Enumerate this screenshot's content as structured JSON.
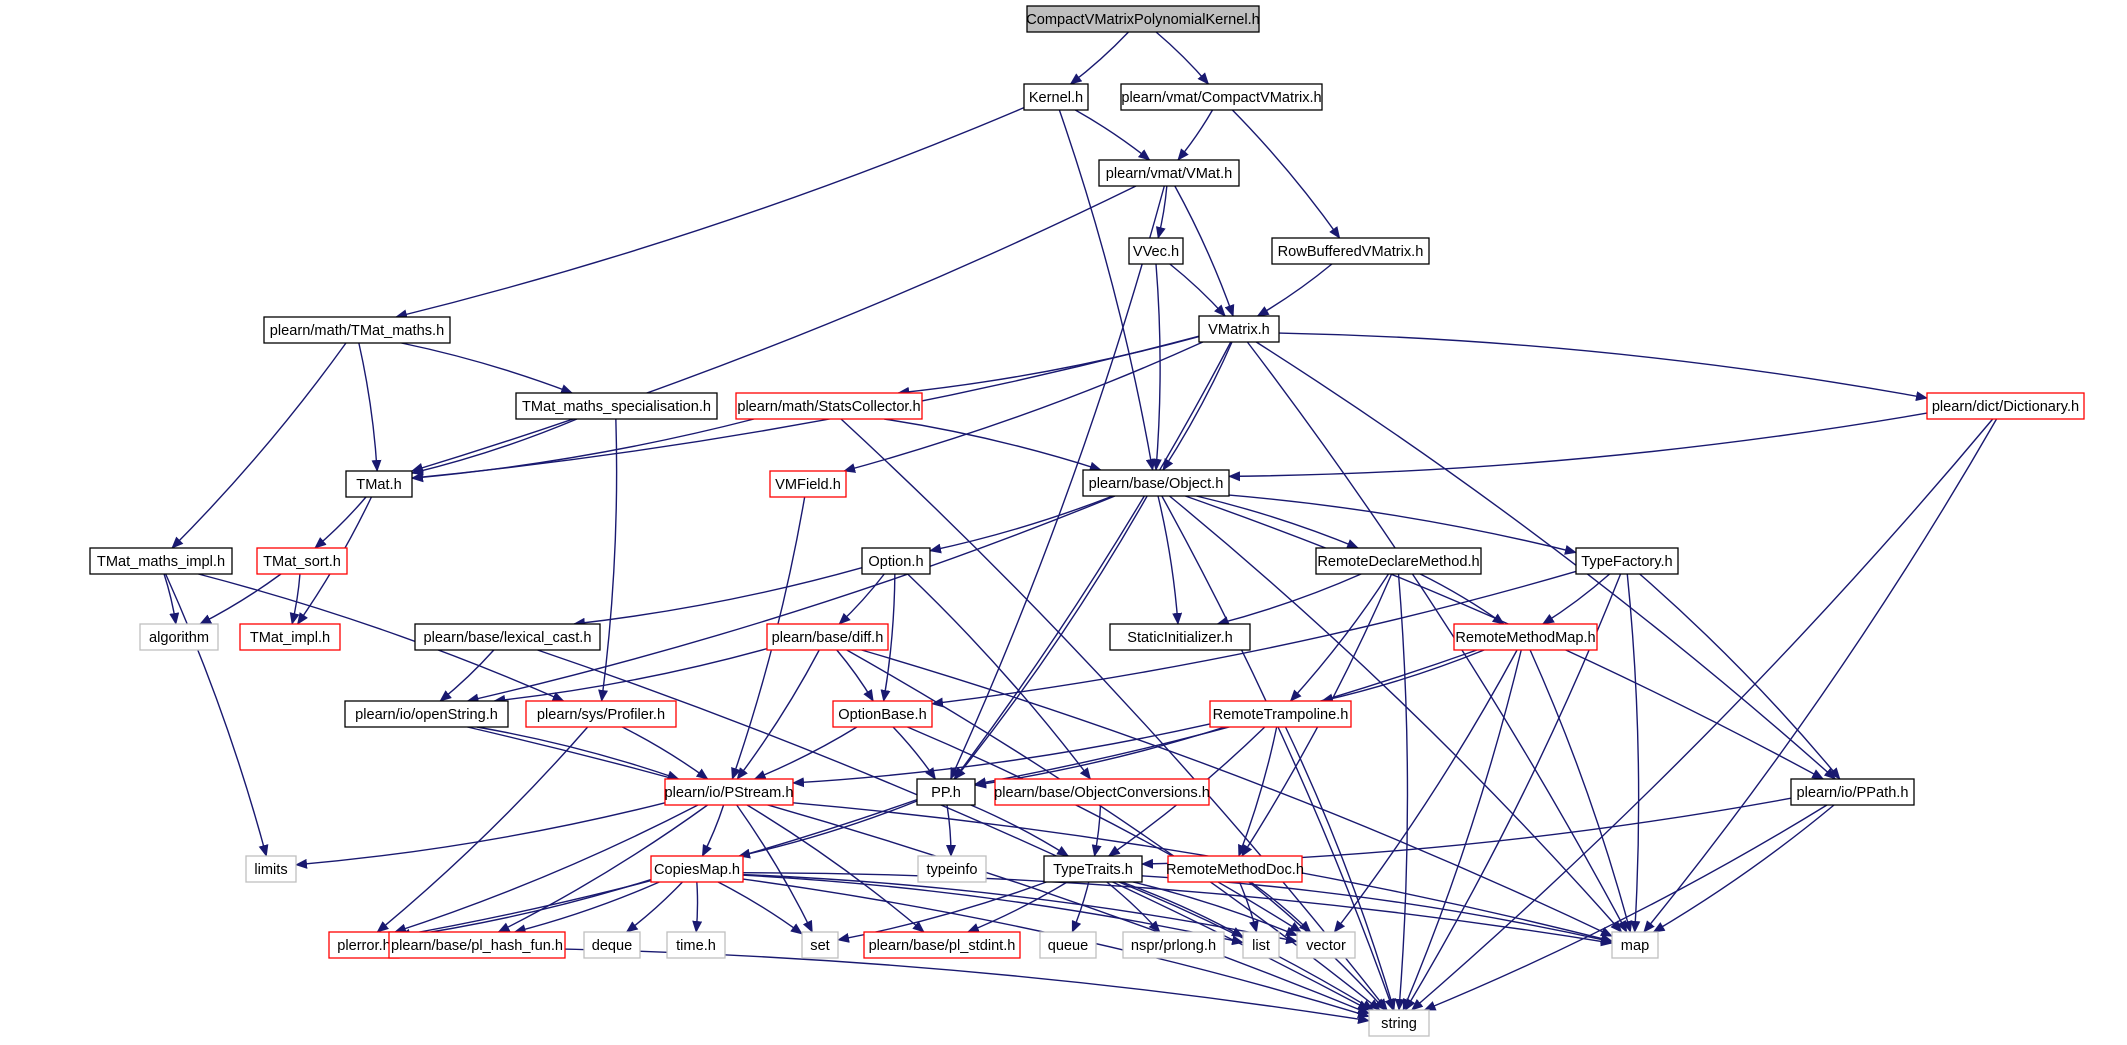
{
  "colors": {
    "edge": "#191970",
    "normal_border": "#000000",
    "truncated_border": "#ff0000",
    "external_border": "#bfbfbf",
    "root_fill": "#bfbfbf",
    "background": "#ffffff"
  },
  "nodes": [
    {
      "id": "root",
      "label": "CompactVMatrixPolynomialKernel.h",
      "kind": "root"
    },
    {
      "id": "kernel",
      "label": "Kernel.h",
      "kind": "normal"
    },
    {
      "id": "compactvm",
      "label": "plearn/vmat/CompactVMatrix.h",
      "kind": "normal"
    },
    {
      "id": "vmat",
      "label": "plearn/vmat/VMat.h",
      "kind": "normal"
    },
    {
      "id": "vvec",
      "label": "VVec.h",
      "kind": "normal"
    },
    {
      "id": "rowbuf",
      "label": "RowBufferedVMatrix.h",
      "kind": "normal"
    },
    {
      "id": "tmatmaths",
      "label": "plearn/math/TMat_maths.h",
      "kind": "normal"
    },
    {
      "id": "vmatrix",
      "label": "VMatrix.h",
      "kind": "normal"
    },
    {
      "id": "tmatspec",
      "label": "TMat_maths_specialisation.h",
      "kind": "normal"
    },
    {
      "id": "statscol",
      "label": "plearn/math/StatsCollector.h",
      "kind": "truncated"
    },
    {
      "id": "dictionary",
      "label": "plearn/dict/Dictionary.h",
      "kind": "truncated"
    },
    {
      "id": "tmat",
      "label": "TMat.h",
      "kind": "normal"
    },
    {
      "id": "vmfield",
      "label": "VMField.h",
      "kind": "truncated"
    },
    {
      "id": "object",
      "label": "plearn/base/Object.h",
      "kind": "normal"
    },
    {
      "id": "tmatimplh",
      "label": "TMat_maths_impl.h",
      "kind": "normal"
    },
    {
      "id": "tmatsort",
      "label": "TMat_sort.h",
      "kind": "truncated"
    },
    {
      "id": "option",
      "label": "Option.h",
      "kind": "normal"
    },
    {
      "id": "remotedecl",
      "label": "RemoteDeclareMethod.h",
      "kind": "normal"
    },
    {
      "id": "typefactory",
      "label": "TypeFactory.h",
      "kind": "normal"
    },
    {
      "id": "algorithm",
      "label": "algorithm",
      "kind": "external"
    },
    {
      "id": "tmatimpl",
      "label": "TMat_impl.h",
      "kind": "truncated"
    },
    {
      "id": "lexcast",
      "label": "plearn/base/lexical_cast.h",
      "kind": "normal"
    },
    {
      "id": "diff",
      "label": "plearn/base/diff.h",
      "kind": "truncated"
    },
    {
      "id": "staticinit",
      "label": "StaticInitializer.h",
      "kind": "normal"
    },
    {
      "id": "remotemethodmap",
      "label": "RemoteMethodMap.h",
      "kind": "truncated"
    },
    {
      "id": "openstring",
      "label": "plearn/io/openString.h",
      "kind": "normal"
    },
    {
      "id": "profiler",
      "label": "plearn/sys/Profiler.h",
      "kind": "truncated"
    },
    {
      "id": "optionbase",
      "label": "OptionBase.h",
      "kind": "truncated"
    },
    {
      "id": "remotetramp",
      "label": "RemoteTrampoline.h",
      "kind": "truncated"
    },
    {
      "id": "pstream",
      "label": "plearn/io/PStream.h",
      "kind": "truncated"
    },
    {
      "id": "pp",
      "label": "PP.h",
      "kind": "normal"
    },
    {
      "id": "objconv",
      "label": "plearn/base/ObjectConversions.h",
      "kind": "truncated"
    },
    {
      "id": "ppath",
      "label": "plearn/io/PPath.h",
      "kind": "normal"
    },
    {
      "id": "limits",
      "label": "limits",
      "kind": "external"
    },
    {
      "id": "typeinfo",
      "label": "typeinfo",
      "kind": "external"
    },
    {
      "id": "copiesmap",
      "label": "CopiesMap.h",
      "kind": "truncated"
    },
    {
      "id": "typetraits",
      "label": "TypeTraits.h",
      "kind": "normal"
    },
    {
      "id": "remotemethoddoc",
      "label": "RemoteMethodDoc.h",
      "kind": "truncated"
    },
    {
      "id": "plerror",
      "label": "plerror.h",
      "kind": "truncated"
    },
    {
      "id": "plhash",
      "label": "plearn/base/pl_hash_fun.h",
      "kind": "truncated"
    },
    {
      "id": "deque",
      "label": "deque",
      "kind": "external"
    },
    {
      "id": "timeh",
      "label": "time.h",
      "kind": "external"
    },
    {
      "id": "set",
      "label": "set",
      "kind": "external"
    },
    {
      "id": "plstdint",
      "label": "plearn/base/pl_stdint.h",
      "kind": "truncated"
    },
    {
      "id": "queue",
      "label": "queue",
      "kind": "external"
    },
    {
      "id": "prlong",
      "label": "nspr/prlong.h",
      "kind": "external"
    },
    {
      "id": "list",
      "label": "list",
      "kind": "external"
    },
    {
      "id": "vector",
      "label": "vector",
      "kind": "external"
    },
    {
      "id": "map",
      "label": "map",
      "kind": "external"
    },
    {
      "id": "string",
      "label": "string",
      "kind": "external"
    }
  ],
  "edges": [
    [
      "root",
      "kernel"
    ],
    [
      "root",
      "compactvm"
    ],
    [
      "kernel",
      "vmat"
    ],
    [
      "kernel",
      "tmatmaths"
    ],
    [
      "kernel",
      "object"
    ],
    [
      "compactvm",
      "vmat"
    ],
    [
      "compactvm",
      "rowbuf"
    ],
    [
      "vmat",
      "vvec"
    ],
    [
      "vmat",
      "vmatrix"
    ],
    [
      "vmat",
      "tmat"
    ],
    [
      "vmat",
      "pp"
    ],
    [
      "vvec",
      "vmatrix"
    ],
    [
      "vvec",
      "object"
    ],
    [
      "rowbuf",
      "vmatrix"
    ],
    [
      "tmatmaths",
      "tmat"
    ],
    [
      "tmatmaths",
      "tmatspec"
    ],
    [
      "tmatmaths",
      "tmatimplh"
    ],
    [
      "tmatspec",
      "tmat"
    ],
    [
      "tmatspec",
      "profiler"
    ],
    [
      "vmatrix",
      "statscol"
    ],
    [
      "vmatrix",
      "dictionary"
    ],
    [
      "vmatrix",
      "tmat"
    ],
    [
      "vmatrix",
      "vmfield"
    ],
    [
      "vmatrix",
      "object"
    ],
    [
      "vmatrix",
      "pp"
    ],
    [
      "vmatrix",
      "ppath"
    ],
    [
      "vmatrix",
      "map"
    ],
    [
      "statscol",
      "tmat"
    ],
    [
      "statscol",
      "object"
    ],
    [
      "statscol",
      "string"
    ],
    [
      "dictionary",
      "object"
    ],
    [
      "dictionary",
      "map"
    ],
    [
      "dictionary",
      "string"
    ],
    [
      "tmat",
      "tmatsort"
    ],
    [
      "tmat",
      "tmatimpl"
    ],
    [
      "vmfield",
      "pstream"
    ],
    [
      "object",
      "option"
    ],
    [
      "object",
      "remotedecl"
    ],
    [
      "object",
      "typefactory"
    ],
    [
      "object",
      "staticinit"
    ],
    [
      "object",
      "pp"
    ],
    [
      "object",
      "openstring"
    ],
    [
      "object",
      "ppath"
    ],
    [
      "object",
      "map"
    ],
    [
      "object",
      "string"
    ],
    [
      "tmatimplh",
      "algorithm"
    ],
    [
      "tmatimplh",
      "limits"
    ],
    [
      "tmatimplh",
      "profiler"
    ],
    [
      "tmatsort",
      "algorithm"
    ],
    [
      "tmatsort",
      "tmatimpl"
    ],
    [
      "option",
      "lexcast"
    ],
    [
      "option",
      "diff"
    ],
    [
      "option",
      "optionbase"
    ],
    [
      "option",
      "objconv"
    ],
    [
      "remotedecl",
      "staticinit"
    ],
    [
      "remotedecl",
      "remotemethodmap"
    ],
    [
      "remotedecl",
      "remotetramp"
    ],
    [
      "remotedecl",
      "remotemethoddoc"
    ],
    [
      "remotedecl",
      "string"
    ],
    [
      "typefactory",
      "remotemethodmap"
    ],
    [
      "typefactory",
      "optionbase"
    ],
    [
      "typefactory",
      "ppath"
    ],
    [
      "typefactory",
      "map"
    ],
    [
      "typefactory",
      "string"
    ],
    [
      "lexcast",
      "openstring"
    ],
    [
      "lexcast",
      "string"
    ],
    [
      "diff",
      "openstring"
    ],
    [
      "diff",
      "optionbase"
    ],
    [
      "diff",
      "pstream"
    ],
    [
      "diff",
      "map"
    ],
    [
      "diff",
      "string"
    ],
    [
      "remotemethodmap",
      "remotetramp"
    ],
    [
      "remotemethodmap",
      "pp"
    ],
    [
      "remotemethodmap",
      "vector"
    ],
    [
      "remotemethodmap",
      "map"
    ],
    [
      "remotemethodmap",
      "string"
    ],
    [
      "openstring",
      "pstream"
    ],
    [
      "openstring",
      "string"
    ],
    [
      "profiler",
      "pstream"
    ],
    [
      "profiler",
      "plerror"
    ],
    [
      "optionbase",
      "pstream"
    ],
    [
      "optionbase",
      "pp"
    ],
    [
      "optionbase",
      "vector"
    ],
    [
      "remotetramp",
      "pstream"
    ],
    [
      "remotetramp",
      "pp"
    ],
    [
      "remotetramp",
      "typetraits"
    ],
    [
      "remotetramp",
      "remotemethoddoc"
    ],
    [
      "remotetramp",
      "string"
    ],
    [
      "pstream",
      "limits"
    ],
    [
      "pstream",
      "copiesmap"
    ],
    [
      "pstream",
      "plerror"
    ],
    [
      "pstream",
      "plhash"
    ],
    [
      "pstream",
      "set"
    ],
    [
      "pstream",
      "plstdint"
    ],
    [
      "pstream",
      "map"
    ],
    [
      "pp",
      "typeinfo"
    ],
    [
      "pp",
      "copiesmap"
    ],
    [
      "pp",
      "typetraits"
    ],
    [
      "pp",
      "plerror"
    ],
    [
      "objconv",
      "typetraits"
    ],
    [
      "ppath",
      "typetraits"
    ],
    [
      "ppath",
      "map"
    ],
    [
      "ppath",
      "string"
    ],
    [
      "copiesmap",
      "plerror"
    ],
    [
      "copiesmap",
      "plhash"
    ],
    [
      "copiesmap",
      "deque"
    ],
    [
      "copiesmap",
      "timeh"
    ],
    [
      "copiesmap",
      "set"
    ],
    [
      "copiesmap",
      "list"
    ],
    [
      "copiesmap",
      "vector"
    ],
    [
      "copiesmap",
      "map"
    ],
    [
      "copiesmap",
      "string"
    ],
    [
      "typetraits",
      "set"
    ],
    [
      "typetraits",
      "plstdint"
    ],
    [
      "typetraits",
      "queue"
    ],
    [
      "typetraits",
      "prlong"
    ],
    [
      "typetraits",
      "list"
    ],
    [
      "typetraits",
      "vector"
    ],
    [
      "typetraits",
      "map"
    ],
    [
      "typetraits",
      "string"
    ],
    [
      "remotemethoddoc",
      "list"
    ],
    [
      "remotemethoddoc",
      "vector"
    ],
    [
      "remotemethoddoc",
      "string"
    ],
    [
      "plerror",
      "string"
    ]
  ]
}
